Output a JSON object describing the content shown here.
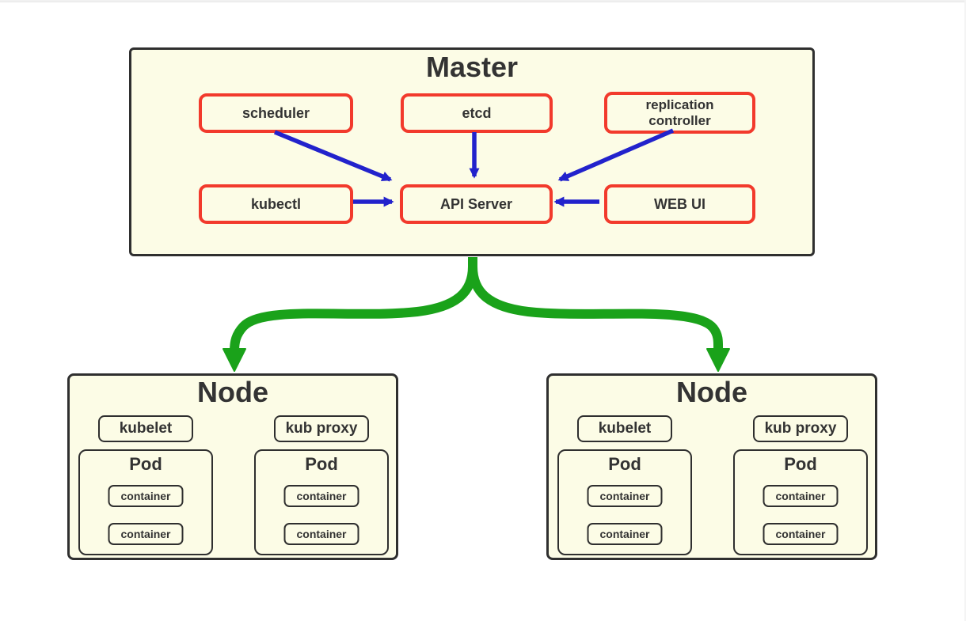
{
  "colors": {
    "fill": "#fcfce6",
    "red": "#f23a2c",
    "blue": "#2222cc",
    "green": "#1aa21a",
    "dark": "#2f2f2f",
    "text": "#333333"
  },
  "master": {
    "title": "Master",
    "scheduler": "scheduler",
    "etcd": "etcd",
    "replication_controller": "replication controller",
    "kubectl": "kubectl",
    "api_server": "API Server",
    "web_ui": "WEB UI"
  },
  "nodes": [
    {
      "title": "Node",
      "kubelet": "kubelet",
      "kub_proxy": "kub proxy",
      "pods": [
        {
          "title": "Pod",
          "containers": [
            "container",
            "container"
          ]
        },
        {
          "title": "Pod",
          "containers": [
            "container",
            "container"
          ]
        }
      ]
    },
    {
      "title": "Node",
      "kubelet": "kubelet",
      "kub_proxy": "kub proxy",
      "pods": [
        {
          "title": "Pod",
          "containers": [
            "container",
            "container"
          ]
        },
        {
          "title": "Pod",
          "containers": [
            "container",
            "container"
          ]
        }
      ]
    }
  ],
  "connections": {
    "blue_arrows": [
      {
        "from": "scheduler",
        "to": "API Server"
      },
      {
        "from": "etcd",
        "to": "API Server"
      },
      {
        "from": "replication controller",
        "to": "API Server"
      },
      {
        "from": "kubectl",
        "to": "API Server"
      },
      {
        "from": "WEB UI",
        "to": "API Server"
      }
    ],
    "green_arrows": [
      {
        "from": "Master",
        "to": "Node (left)"
      },
      {
        "from": "Master",
        "to": "Node (right)"
      }
    ]
  }
}
